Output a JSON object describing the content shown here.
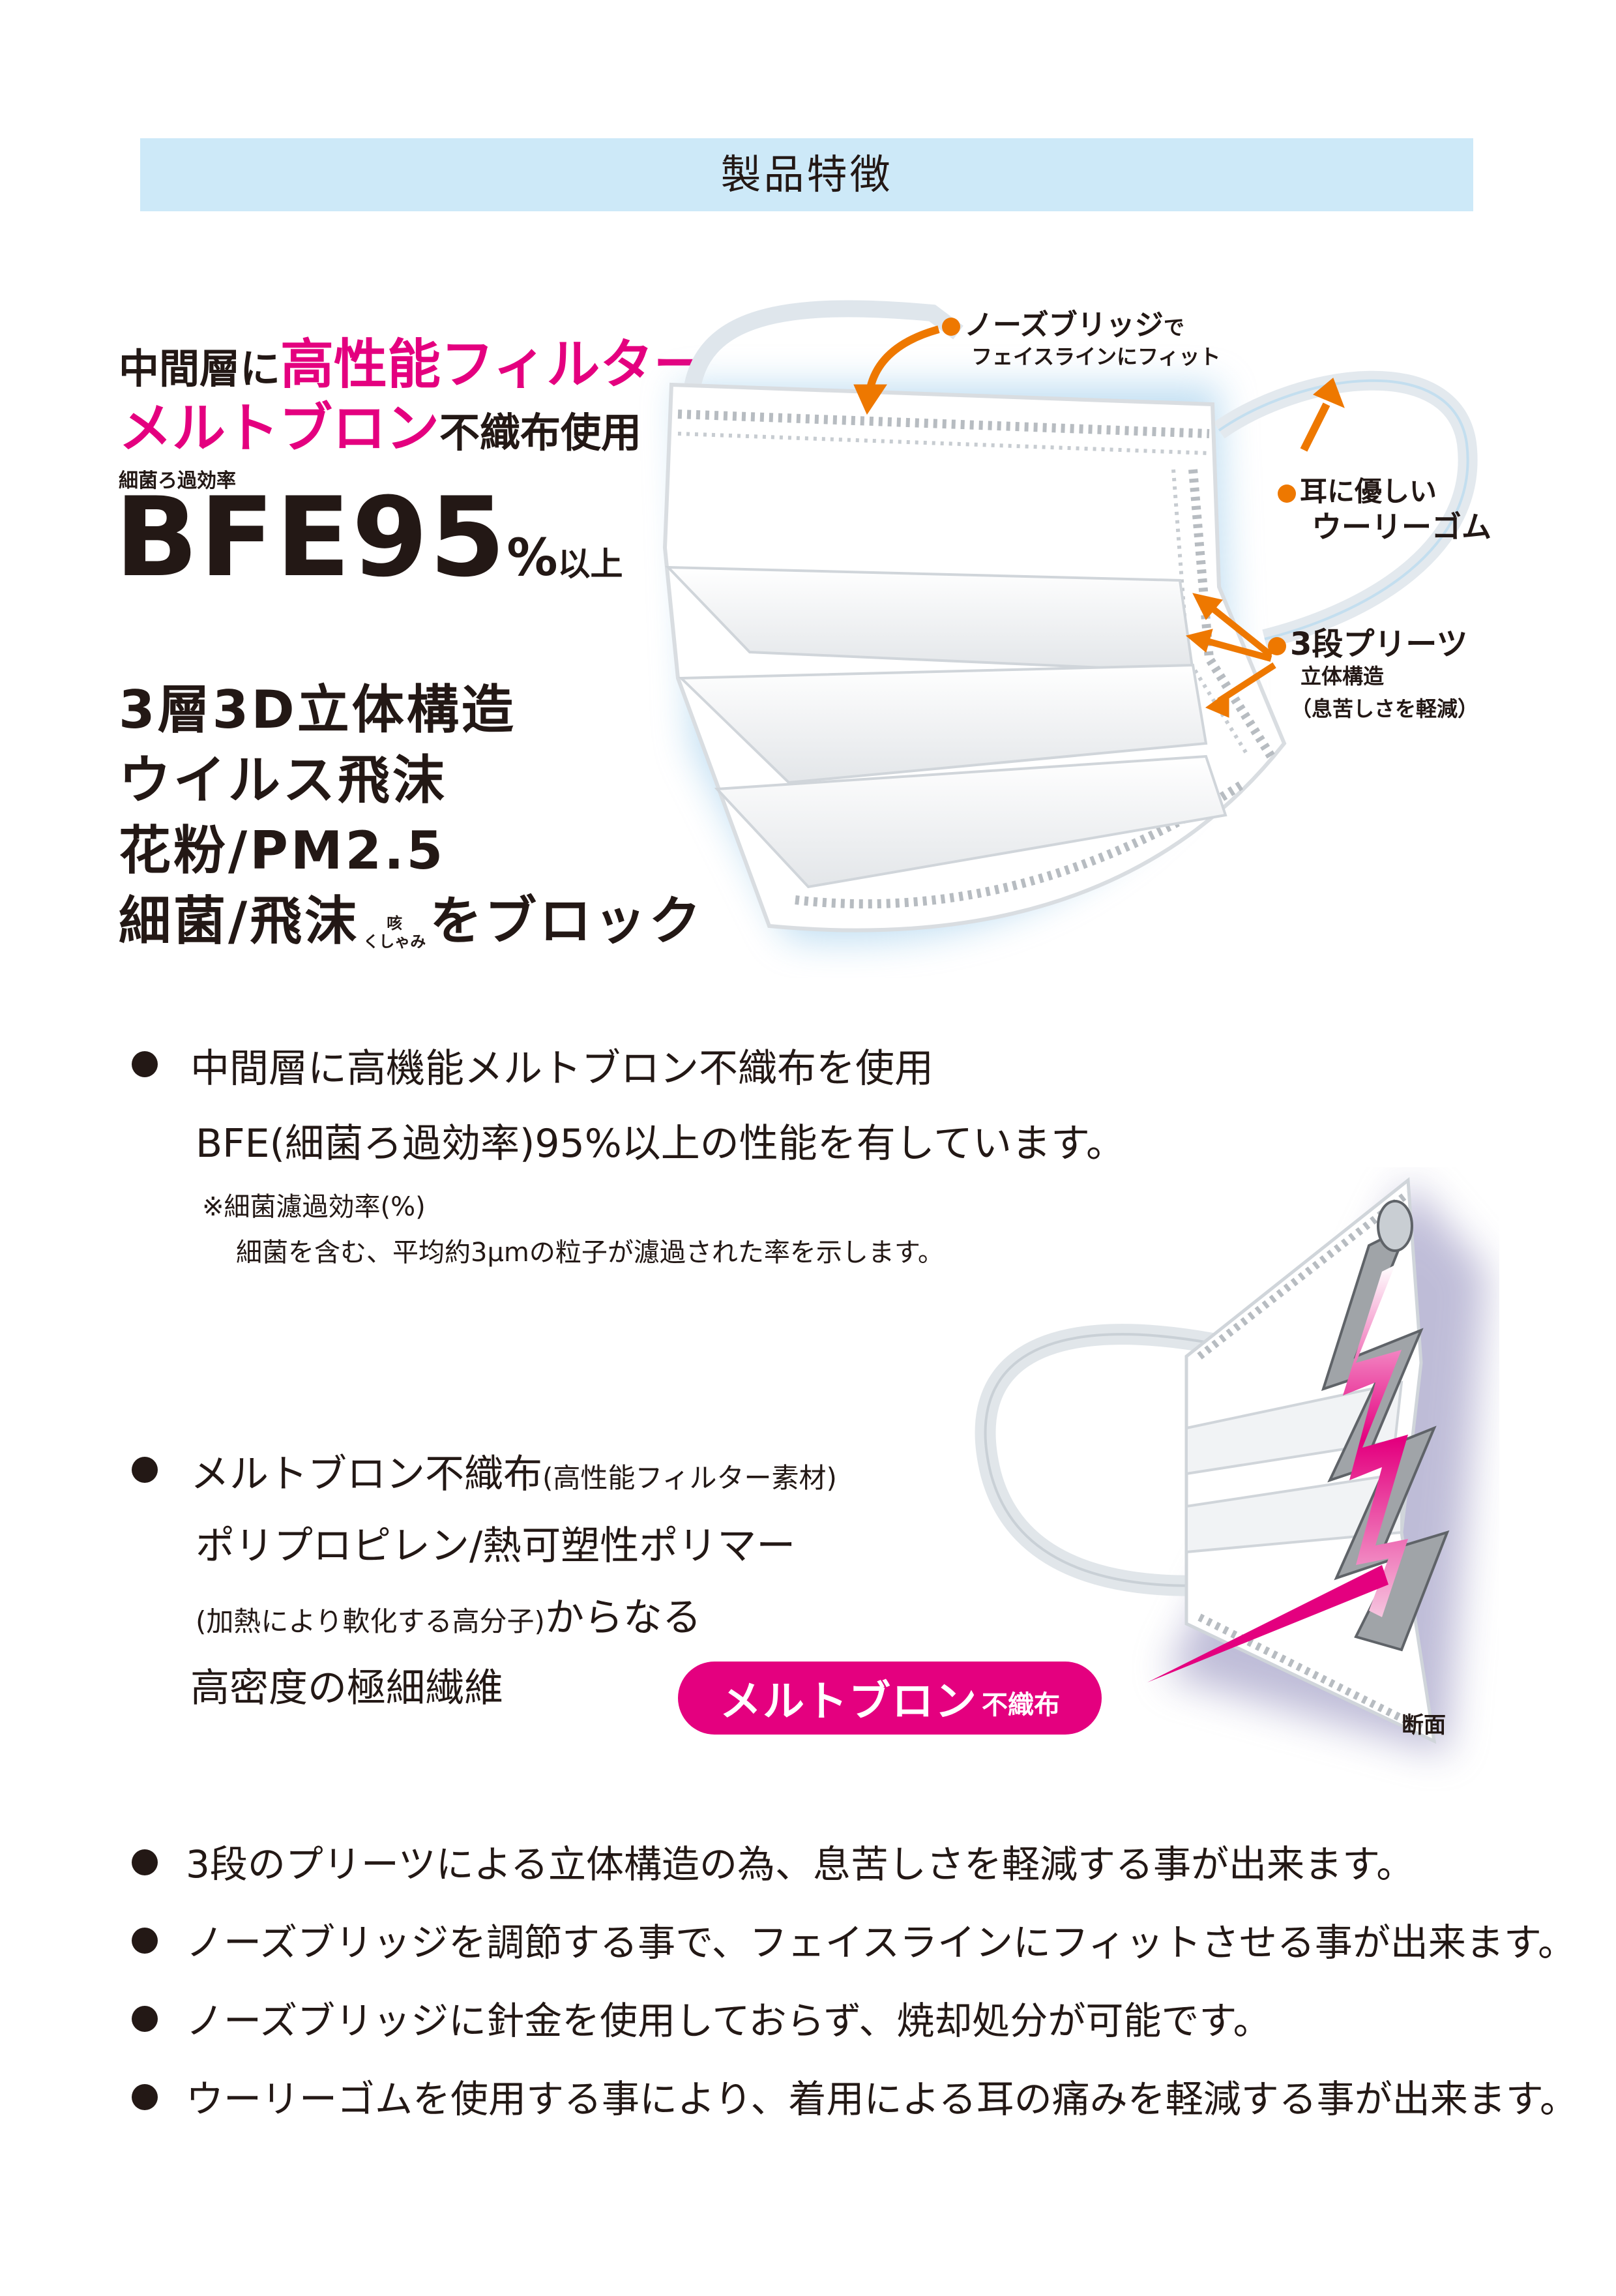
{
  "header": {
    "title": "製品特徴"
  },
  "headline": {
    "line1_pre": "中間層に",
    "line1_pink": "高性能フィルター",
    "line2_pink": "メルトブロン",
    "line2_post": "不織布使用",
    "bfe_label": "細菌ろ過効率",
    "bfe_main": "BFE95",
    "bfe_pct": "%",
    "bfe_above": "以上"
  },
  "blocks": {
    "line1": "3層3D立体構造",
    "line2": "ウイルス飛沫",
    "line3": "花粉/PM2.5",
    "line4_pre": "細菌/飛沫",
    "cough_top": "咳",
    "cough_bottom": "くしゃみ",
    "line4_post": "をブロック"
  },
  "callouts": {
    "nose_main": "ノーズブリッジ",
    "nose_de": "で",
    "nose_sub": "フェイスラインにフィット",
    "ear_main": "耳に優しい",
    "ear_sub": "ウーリーゴム",
    "pleat_main": "3段プリーツ",
    "pleat_sub1": "立体構造",
    "pleat_sub2": "（息苦しさを軽減）"
  },
  "section1": {
    "line1": "中間層に高機能メルトブロン不織布を使用",
    "line2": "BFE(細菌ろ過効率)95%以上の性能を有しています。",
    "note1": "※細菌濾過効率(%)",
    "note2": "細菌を含む、平均約3μmの粒子が濾過された率を示します。"
  },
  "section2": {
    "line1_main": "メルトブロン不織布",
    "line1_paren": "(高性能フィルター素材)",
    "line2": "ポリプロピレン/熱可塑性ポリマー",
    "line3_paren": "(加熱により軟化する高分子)",
    "line3_main": "からなる",
    "line4": "高密度の極細繊維"
  },
  "pill": {
    "big": "メルトブロン",
    "small": "不織布"
  },
  "cross_section_label": "断面",
  "bullets": [
    "3段のプリーツによる立体構造の為、息苦しさを軽減する事が出来ます。",
    "ノーズブリッジを調節する事で、フェイスラインにフィットさせる事が出来ます。",
    "ノーズブリッジに針金を使用しておらず、焼却処分が可能です。",
    "ウーリーゴムを使用する事により、着用による耳の痛みを軽減する事が出来ます。"
  ],
  "colors": {
    "accent_pink": "#e4007f",
    "callout_orange": "#ee7800",
    "header_blue": "#cde9f8"
  },
  "icons": {
    "callout_marker": "orange-dot-icon",
    "bullet_marker": "black-dot-icon",
    "arrow": "orange-arrow-icon"
  }
}
